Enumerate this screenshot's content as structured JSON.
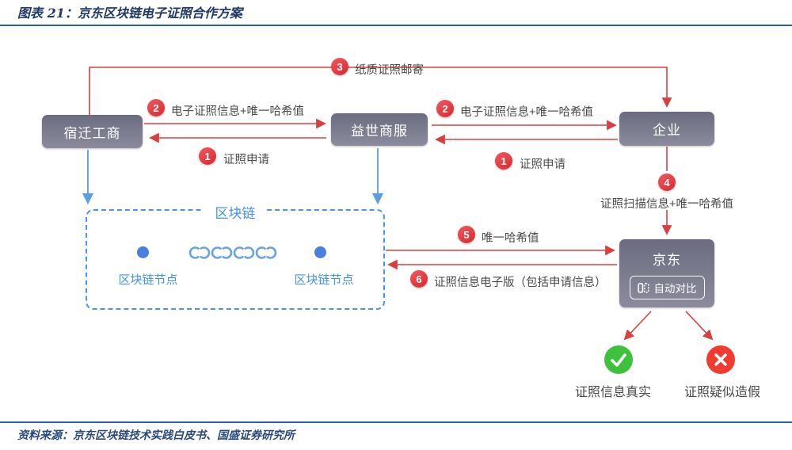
{
  "header": {
    "title": "图表 21：京东区块链电子证照合作方案"
  },
  "footer": {
    "source": "资料来源：京东区块链技术实践白皮书、国盛证券研究所"
  },
  "nodes": {
    "suqian": "宿迁工商",
    "yishi": "益世商服",
    "enterprise": "企业",
    "jd": "京东",
    "jd_compare": "自动对比"
  },
  "blockchain": {
    "title": "区块链",
    "left_node": "区块链节点",
    "right_node": "区块链节点"
  },
  "steps": {
    "mail": {
      "num": "3",
      "label": "纸质证照邮寄"
    },
    "pair1_info": {
      "num": "2",
      "label": "电子证照信息+唯一哈希值"
    },
    "pair1_request": {
      "num": "1",
      "label": "证照申请"
    },
    "pair2_info": {
      "num": "2",
      "label": "电子证照信息+唯一哈希值"
    },
    "pair2_request": {
      "num": "1",
      "label": "证照申请"
    },
    "scan": {
      "num": "4",
      "label": "证照扫描信息+唯一哈希值"
    },
    "hash": {
      "num": "5",
      "label": "唯一哈希值"
    },
    "eversion": {
      "num": "6",
      "label": "证照信息电子版（包括申请信息）"
    }
  },
  "results": {
    "genuine": "证照信息真实",
    "fake": "证照疑似造假"
  },
  "colors": {
    "accent_red": "#D8403F",
    "accent_blue": "#5C9FDC",
    "box_gray": "#77778A",
    "success_green": "#3EC23E",
    "error_red": "#F23B2E",
    "title_navy": "#1F3A68",
    "rule_blue": "#2E5CA6"
  }
}
